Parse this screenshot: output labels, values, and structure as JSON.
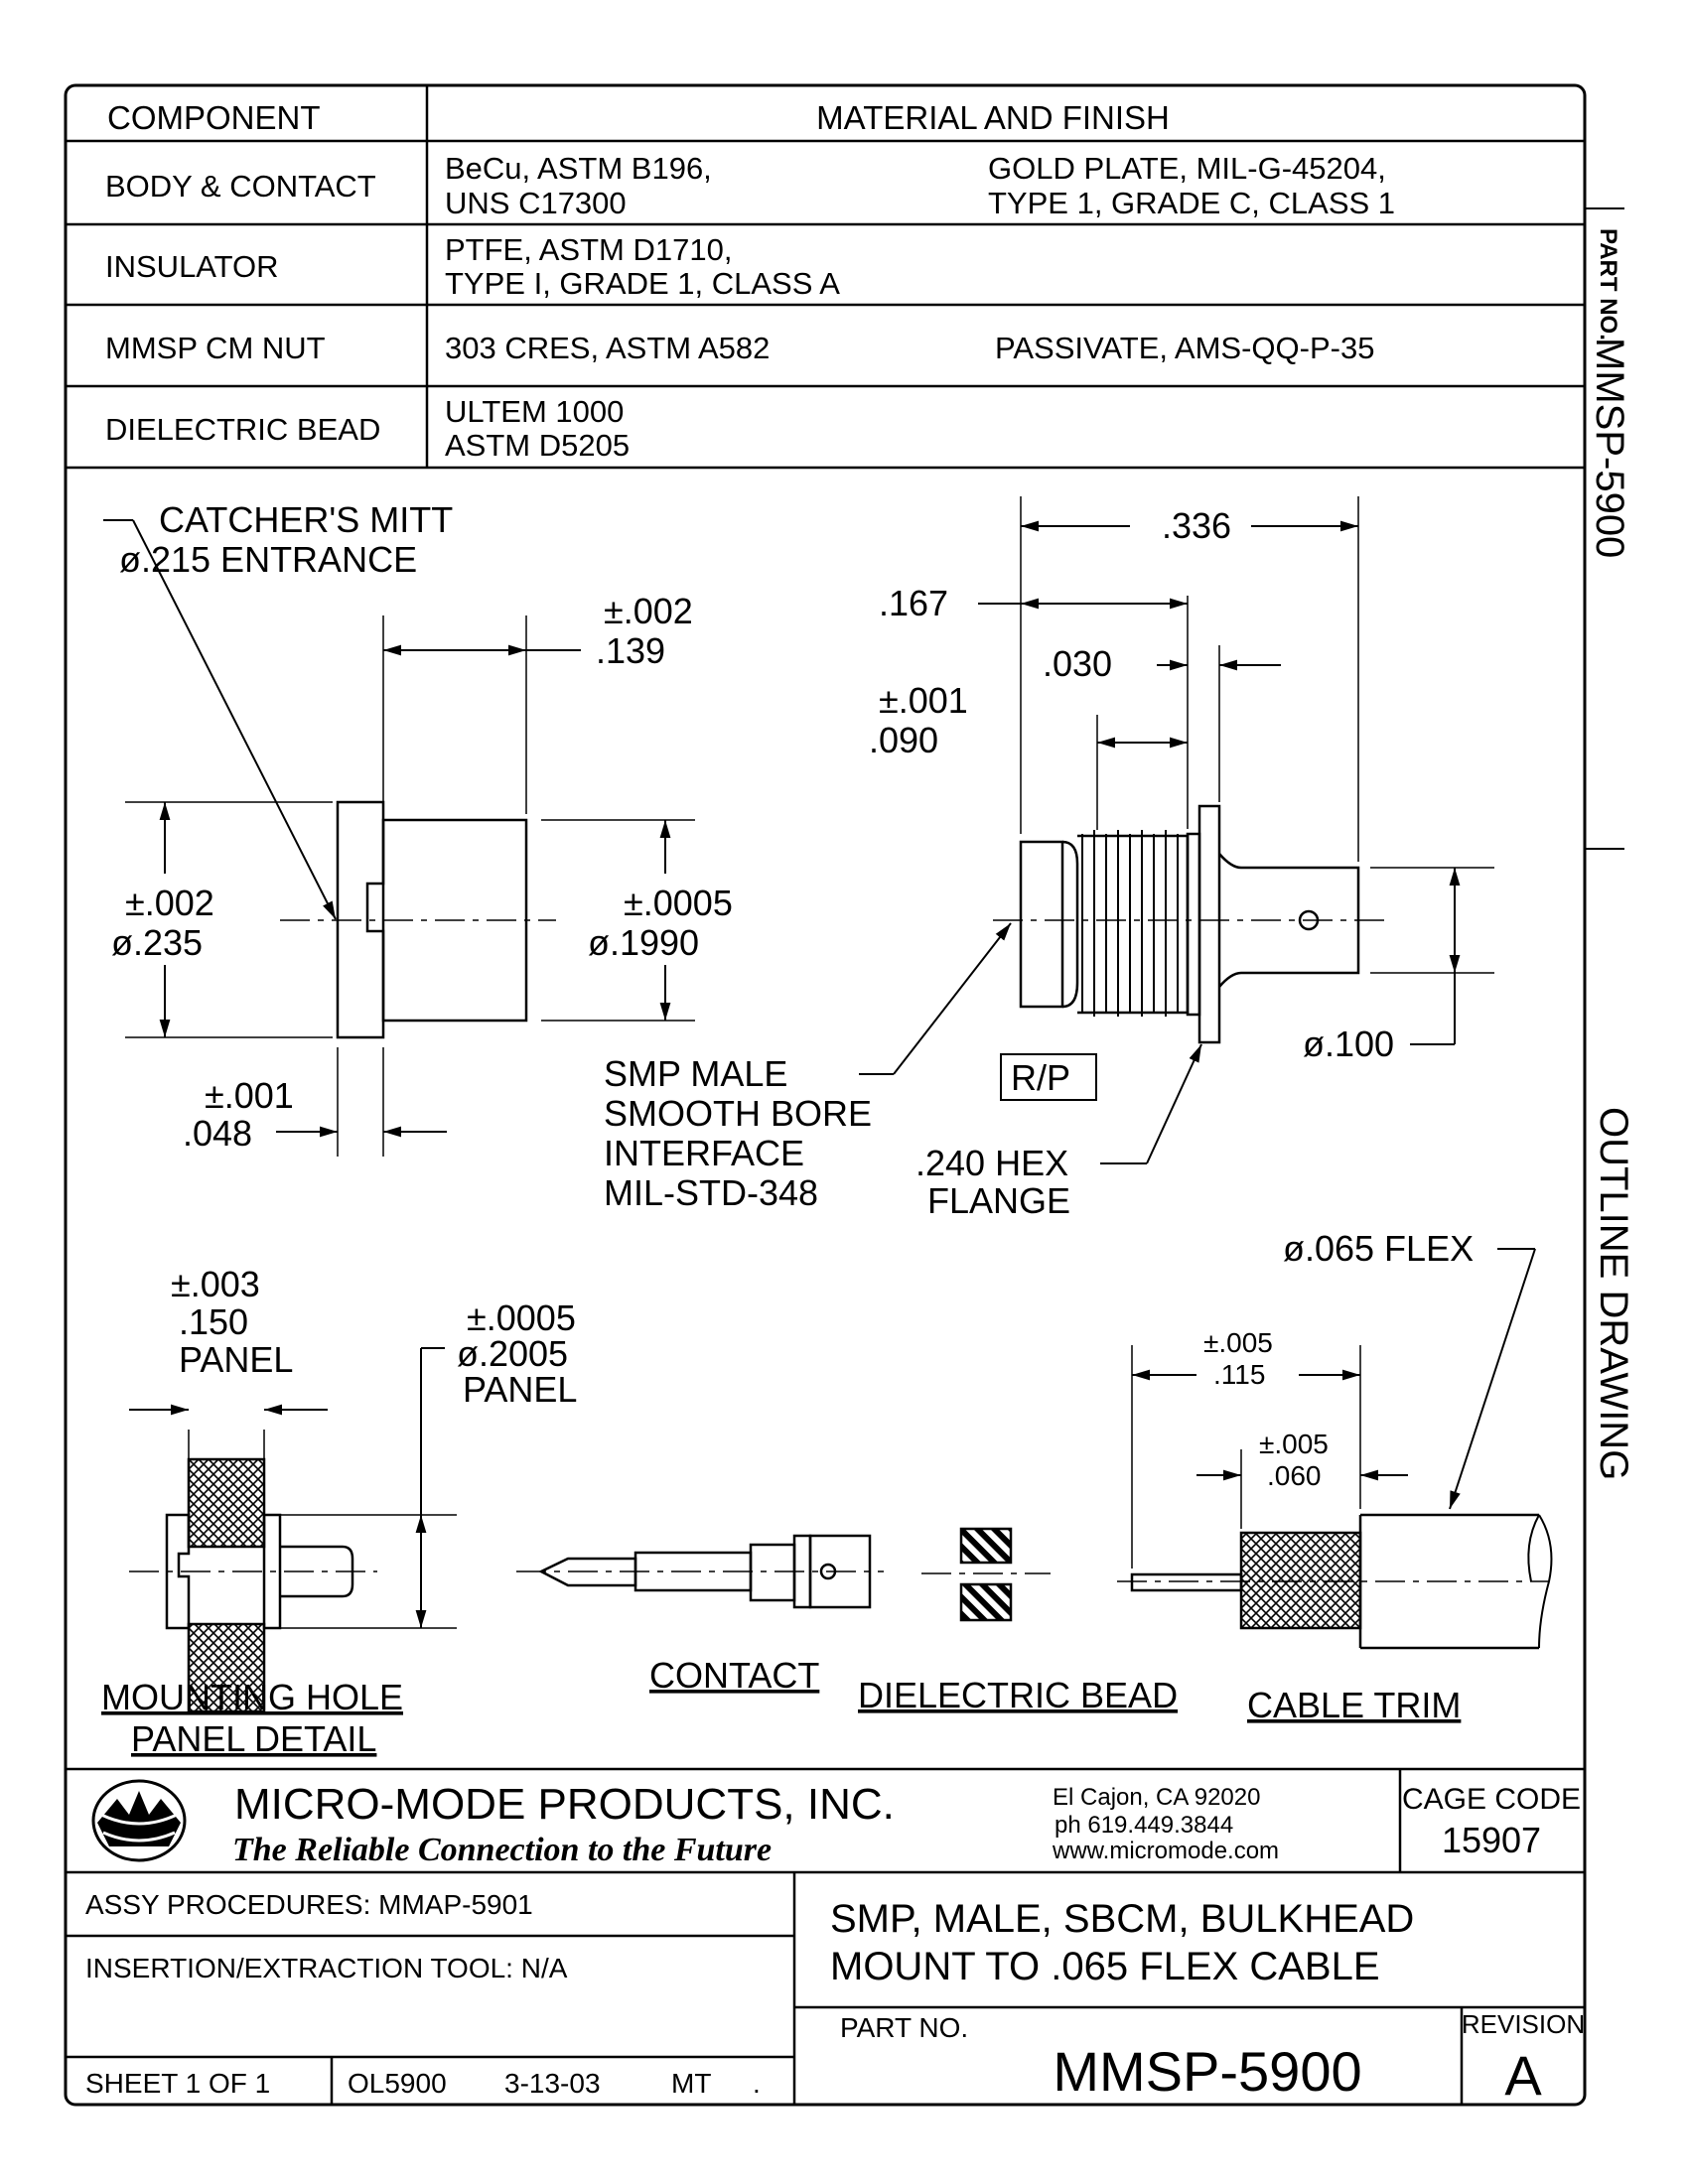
{
  "material_table": {
    "header_component": "COMPONENT",
    "header_material": "MATERIAL AND FINISH",
    "rows": [
      {
        "component": "BODY & CONTACT",
        "material_l1": "BeCu, ASTM B196,",
        "material_l2": "UNS C17300",
        "finish_l1": "GOLD PLATE, MIL-G-45204,",
        "finish_l2": "TYPE 1, GRADE C, CLASS 1"
      },
      {
        "component": "INSULATOR",
        "material_l1": "PTFE, ASTM D1710,",
        "material_l2": "TYPE I, GRADE 1, CLASS A",
        "finish_l1": "",
        "finish_l2": ""
      },
      {
        "component": "MMSP CM NUT",
        "material_l1": "303 CRES, ASTM A582",
        "material_l2": "",
        "finish_l1": "PASSIVATE, AMS-QQ-P-35",
        "finish_l2": ""
      },
      {
        "component": "DIELECTRIC BEAD",
        "material_l1": "ULTEM 1000",
        "material_l2": "ASTM D5205",
        "finish_l1": "",
        "finish_l2": ""
      }
    ]
  },
  "side_margin": {
    "part_no_label": "PART NO.",
    "part_no_value": "MMSP-5900",
    "drawing_type": "OUTLINE DRAWING"
  },
  "drawing": {
    "catchers_mitt_l1": "CATCHER'S MITT",
    "catchers_mitt_l2": "ø.215 ENTRANCE",
    "dim_139_tol": "±.002",
    "dim_139": ".139",
    "dim_235_tol": "±.002",
    "dim_235": "ø.235",
    "dim_1990_tol": "±.0005",
    "dim_1990": "ø.1990",
    "dim_048_tol": "±.001",
    "dim_048": ".048",
    "dim_336": ".336",
    "dim_167": ".167",
    "dim_030": ".030",
    "dim_090_tol": "±.001",
    "dim_090": ".090",
    "dim_100": "ø.100",
    "smp_l1": "SMP MALE",
    "smp_l2": "SMOOTH BORE",
    "smp_l3": "INTERFACE",
    "smp_l4": "MIL-STD-348",
    "rp_label": "R/P",
    "hex_l1": ".240 HEX",
    "hex_l2": "FLANGE",
    "panel_150_tol": "±.003",
    "panel_150": ".150",
    "panel_150_lbl": "PANEL",
    "panel_2005_tol": "±.0005",
    "panel_2005": "ø.2005",
    "panel_2005_lbl": "PANEL",
    "flex_label": "ø.065 FLEX",
    "trim_115_tol": "±.005",
    "trim_115": ".115",
    "trim_060_tol": "±.005",
    "trim_060": ".060",
    "caption_mount_l1": "MOUNTING HOLE",
    "caption_mount_l2": "PANEL DETAIL",
    "caption_contact": "CONTACT",
    "caption_bead": "DIELECTRIC BEAD",
    "caption_trim": "CABLE TRIM"
  },
  "title_block": {
    "company": "MICRO-MODE PRODUCTS, INC.",
    "tagline": "The Reliable Connection to the Future",
    "address_l1": "El Cajon, CA  92020",
    "address_l2": "ph  619.449.3844",
    "address_l3": "www.micromode.com",
    "cage_label": "CAGE CODE",
    "cage_value": "15907",
    "assy": "ASSY PROCEDURES: MMAP-5901",
    "tool": "INSERTION/EXTRACTION TOOL: N/A",
    "desc_l1": "SMP, MALE, SBCM, BULKHEAD",
    "desc_l2": "MOUNT TO .065 FLEX CABLE",
    "part_no_label": "PART NO.",
    "part_no": "MMSP-5900",
    "revision_label": "REVISION",
    "revision": "A",
    "sheet": "SHEET 1 OF 1",
    "drawing_no": "OL5900",
    "date": "3-13-03",
    "drawn_by": "MT",
    "dot": "."
  }
}
